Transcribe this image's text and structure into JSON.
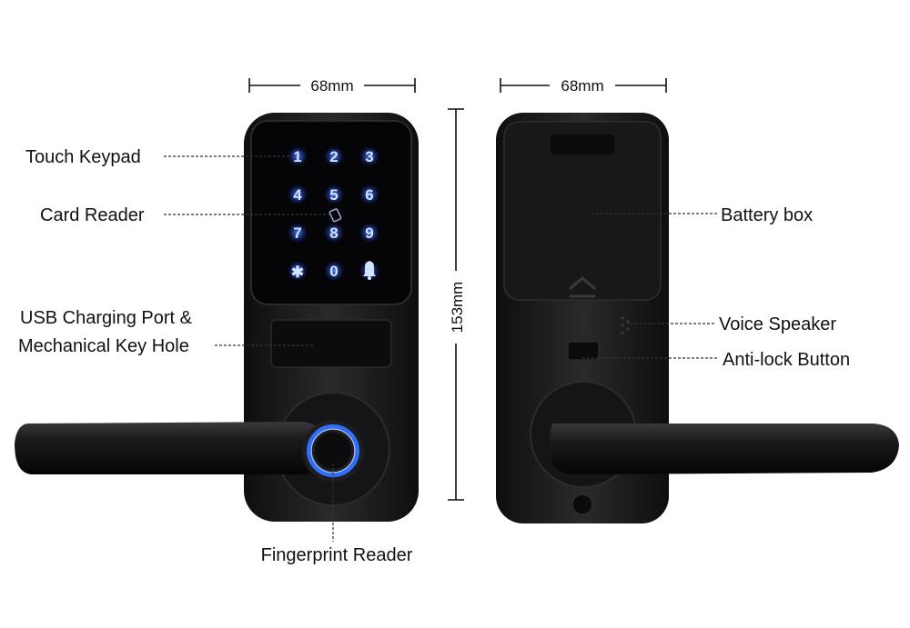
{
  "dimensions": {
    "front_width": "68mm",
    "back_width": "68mm",
    "height": "153mm"
  },
  "labels": {
    "touch_keypad": "Touch Keypad",
    "card_reader": "Card Reader",
    "usb_line1": "USB Charging Port &",
    "usb_line2": "Mechanical Key Hole",
    "fingerprint_reader": "Fingerprint Reader",
    "battery_box": "Battery box",
    "voice_speaker": "Voice Speaker",
    "anti_lock_button": "Anti-lock Button"
  },
  "keypad": {
    "keys": [
      "1",
      "2",
      "3",
      "4",
      "5",
      "6",
      "7",
      "8",
      "9",
      "*",
      "0",
      "bell"
    ]
  },
  "icons": {
    "bell": "bell-icon",
    "card": "card-icon",
    "fingerprint": "fingerprint-sensor-icon"
  },
  "colors": {
    "lock_body": "#1b1b1d",
    "key_glow": "#3d7bff",
    "fingerprint_ring": "#2f6fff"
  }
}
